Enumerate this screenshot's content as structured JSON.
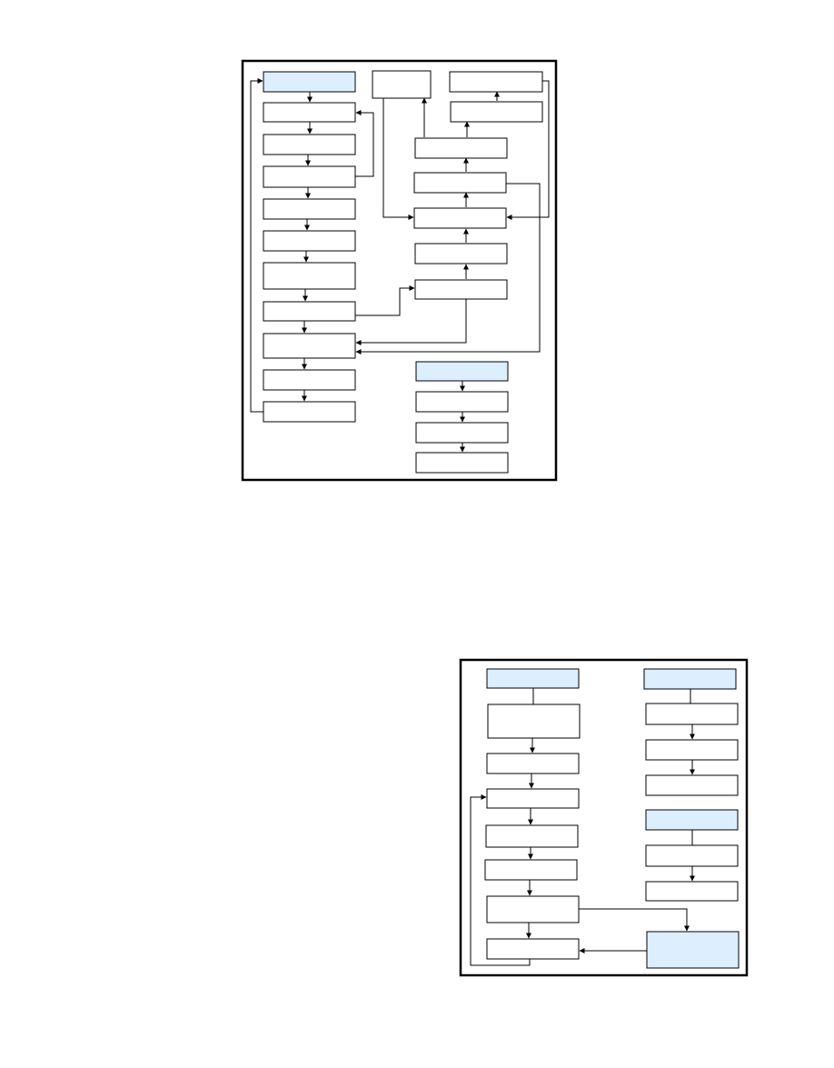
{
  "colors": {
    "start_node_fill": "#ddeeff",
    "node_fill": "#ffffff",
    "stroke": "#000000",
    "background": "#ffffff"
  },
  "diagrams": [
    {
      "name": "upper-flowchart",
      "nodes": [
        {
          "id": "a1",
          "label": "",
          "kind": "start"
        },
        {
          "id": "a2",
          "label": "",
          "kind": "process"
        },
        {
          "id": "a3",
          "label": "",
          "kind": "process"
        },
        {
          "id": "a4",
          "label": "",
          "kind": "process"
        },
        {
          "id": "a5",
          "label": "",
          "kind": "process"
        },
        {
          "id": "a6",
          "label": "",
          "kind": "process"
        },
        {
          "id": "a7",
          "label": "",
          "kind": "process"
        },
        {
          "id": "a8",
          "label": "",
          "kind": "process"
        },
        {
          "id": "a9",
          "label": "",
          "kind": "process"
        },
        {
          "id": "a10",
          "label": "",
          "kind": "process"
        },
        {
          "id": "a11",
          "label": "",
          "kind": "process"
        },
        {
          "id": "b1",
          "label": "",
          "kind": "process"
        },
        {
          "id": "b2",
          "label": "",
          "kind": "process"
        },
        {
          "id": "b3",
          "label": "",
          "kind": "process"
        },
        {
          "id": "b4",
          "label": "",
          "kind": "process"
        },
        {
          "id": "b5",
          "label": "",
          "kind": "process"
        },
        {
          "id": "b6",
          "label": "",
          "kind": "process"
        },
        {
          "id": "b7",
          "label": "",
          "kind": "process"
        },
        {
          "id": "b8",
          "label": "",
          "kind": "process"
        },
        {
          "id": "b9",
          "label": "",
          "kind": "process"
        },
        {
          "id": "c1",
          "label": "",
          "kind": "start"
        },
        {
          "id": "c2",
          "label": "",
          "kind": "process"
        },
        {
          "id": "c3",
          "label": "",
          "kind": "process"
        },
        {
          "id": "c4",
          "label": "",
          "kind": "process"
        }
      ]
    },
    {
      "name": "lower-flowchart",
      "nodes": [
        {
          "id": "d1",
          "label": "",
          "kind": "start"
        },
        {
          "id": "d2",
          "label": "",
          "kind": "process"
        },
        {
          "id": "d3",
          "label": "",
          "kind": "process"
        },
        {
          "id": "d4",
          "label": "",
          "kind": "process"
        },
        {
          "id": "d5",
          "label": "",
          "kind": "process"
        },
        {
          "id": "d6",
          "label": "",
          "kind": "process"
        },
        {
          "id": "d7",
          "label": "",
          "kind": "process"
        },
        {
          "id": "d8",
          "label": "",
          "kind": "process"
        },
        {
          "id": "e1",
          "label": "",
          "kind": "start"
        },
        {
          "id": "e2",
          "label": "",
          "kind": "process"
        },
        {
          "id": "e3",
          "label": "",
          "kind": "process"
        },
        {
          "id": "e4",
          "label": "",
          "kind": "process"
        },
        {
          "id": "f1",
          "label": "",
          "kind": "start"
        },
        {
          "id": "f2",
          "label": "",
          "kind": "process"
        },
        {
          "id": "f3",
          "label": "",
          "kind": "process"
        },
        {
          "id": "g1",
          "label": "",
          "kind": "start"
        }
      ]
    }
  ]
}
